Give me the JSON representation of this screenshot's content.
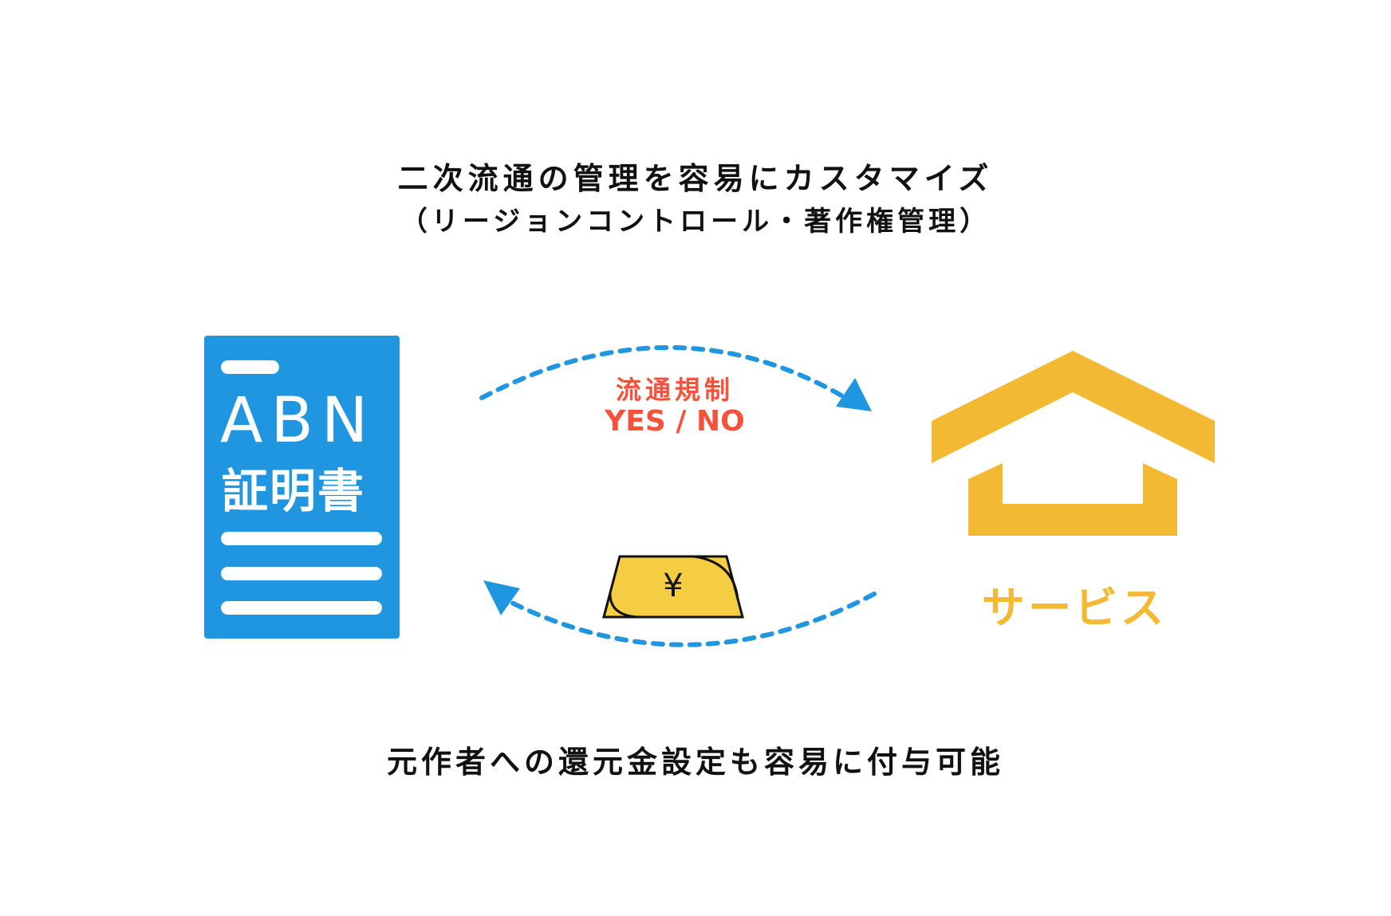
{
  "title": {
    "line1": "二次流通の管理を容易にカスタマイズ",
    "line2": "（リージョンコントロール・著作権管理）"
  },
  "certificate": {
    "line1": "ABN",
    "line2": "証明書"
  },
  "regulation": {
    "line1": "流通規制",
    "line2": "YES / NO"
  },
  "money": {
    "symbol": "¥"
  },
  "service": {
    "label": "サービス"
  },
  "footer": {
    "text": "元作者への還元金設定も容易に付与可能"
  },
  "colors": {
    "blue": "#2196e0",
    "yellow": "#f4b933",
    "red": "#f4523b",
    "money": "#f5cd42"
  }
}
